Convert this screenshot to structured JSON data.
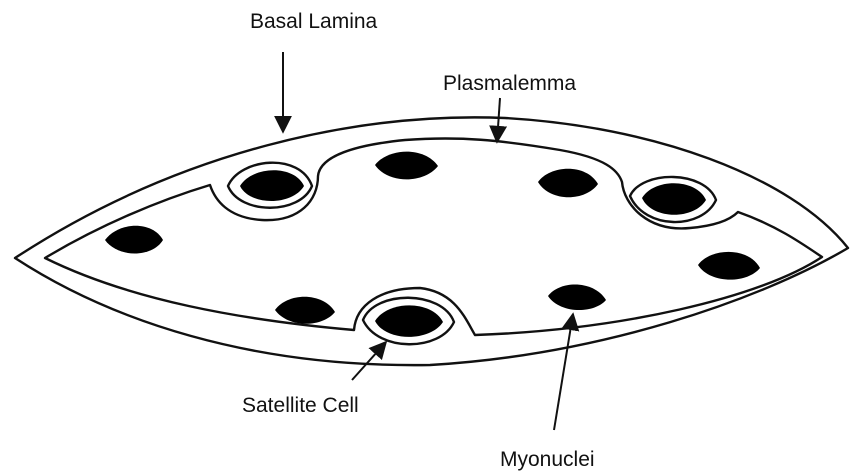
{
  "labels": {
    "basal_lamina": "Basal Lamina",
    "plasmalemma": "Plasmalemma",
    "satellite_cell": "Satellite Cell",
    "myonuclei": "Myonuclei"
  },
  "colors": {
    "line": "#111111",
    "nucleus_fill": "#000000",
    "background": "#ffffff"
  }
}
